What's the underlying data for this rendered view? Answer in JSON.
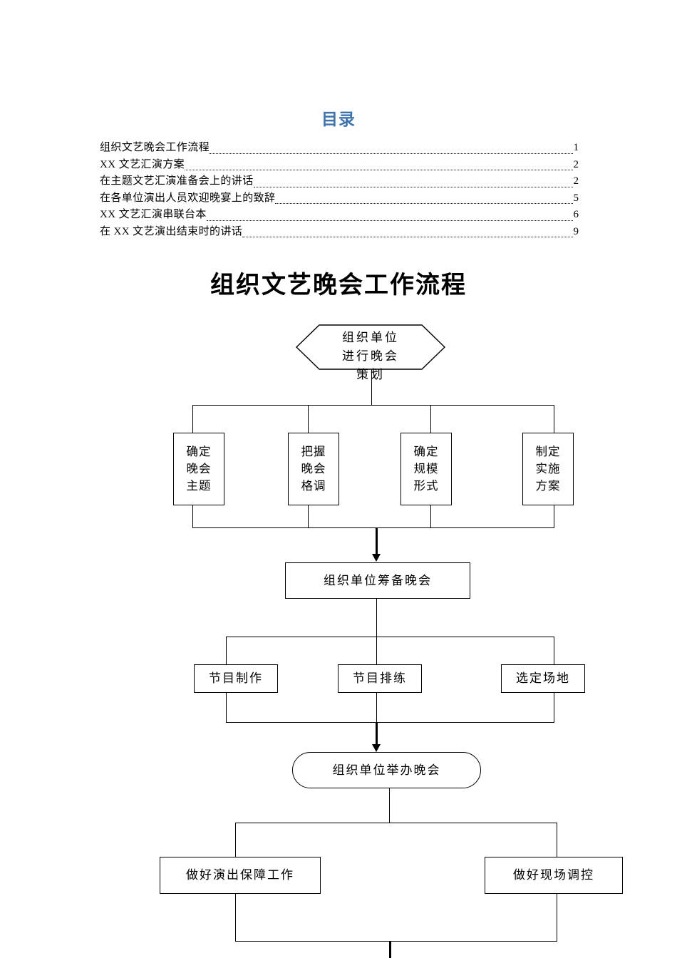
{
  "document": {
    "toc": {
      "heading": "目录",
      "entries": [
        {
          "label": "组织文艺晚会工作流程",
          "page": "1"
        },
        {
          "label": "XX 文艺汇演方案",
          "page": "2"
        },
        {
          "label": "在主题文艺汇演准备会上的讲话",
          "page": "2"
        },
        {
          "label": "在各单位演出人员欢迎晚宴上的致辞",
          "page": "5"
        },
        {
          "label": "XX 文艺汇演串联台本",
          "page": "6"
        },
        {
          "label": "在 XX 文艺演出结束时的讲话",
          "page": "9"
        }
      ]
    },
    "chart_title": "组织文艺晚会工作流程",
    "colors": {
      "toc_heading": "#3e73ac",
      "text": "#000000",
      "stroke": "#000000",
      "background": "#ffffff"
    }
  },
  "flowchart": {
    "start": {
      "shape": "hexagon",
      "lines": [
        "组织单位",
        "进行晚会",
        "策划"
      ]
    },
    "planning_tasks": [
      {
        "lines": [
          "确定",
          "晚会",
          "主题"
        ]
      },
      {
        "lines": [
          "把握",
          "晚会",
          "格调"
        ]
      },
      {
        "lines": [
          "确定",
          "规模",
          "形式"
        ]
      },
      {
        "lines": [
          "制定",
          "实施",
          "方案"
        ]
      }
    ],
    "prepare": {
      "label": "组织单位筹备晚会"
    },
    "prepare_tasks": [
      {
        "label": "节目制作"
      },
      {
        "label": "节目排练"
      },
      {
        "label": "选定场地"
      }
    ],
    "hold": {
      "shape": "stadium",
      "label": "组织单位举办晚会"
    },
    "hold_tasks": [
      {
        "label": "做好演出保障工作"
      },
      {
        "label": "做好现场调控"
      }
    ]
  }
}
